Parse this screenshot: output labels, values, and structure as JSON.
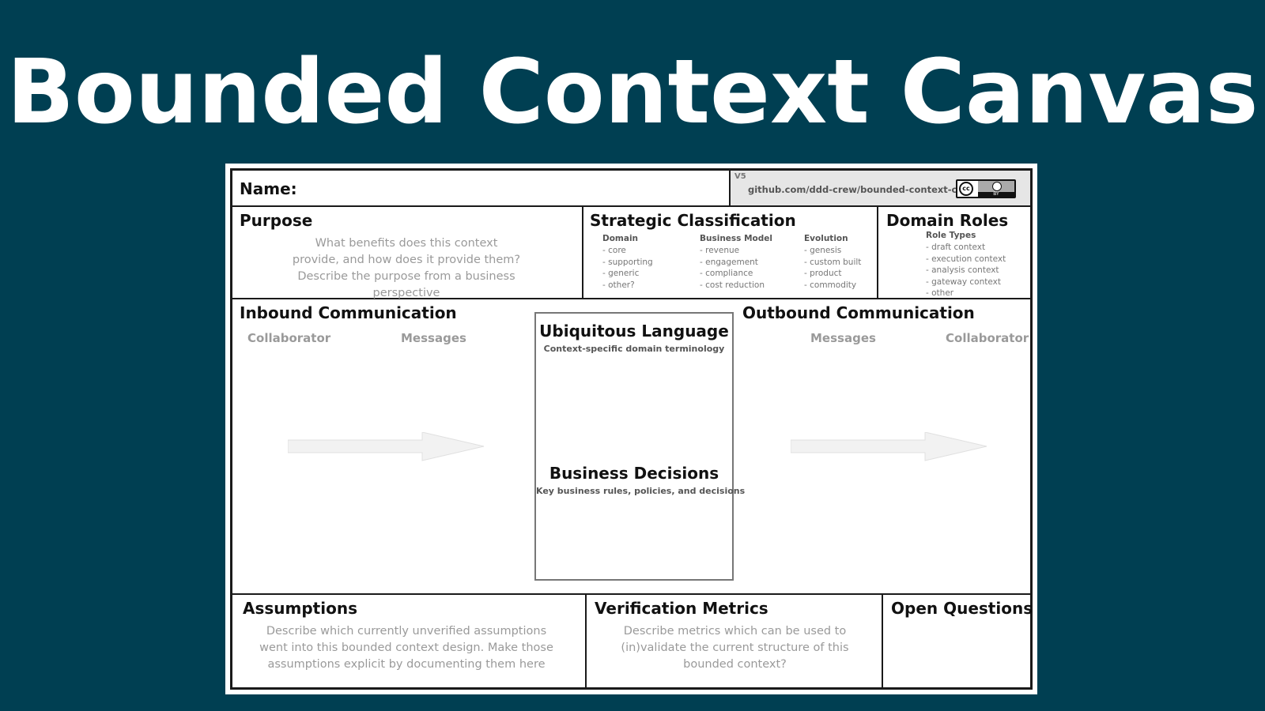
{
  "page": {
    "title": "Bounded Context Canvas"
  },
  "header": {
    "name_label": "Name:",
    "version": "V5",
    "link": "github.com/ddd-crew/bounded-context-canvas",
    "license_badge": {
      "icon": "cc-by-icon",
      "left": "cc",
      "right": "BY"
    }
  },
  "purpose": {
    "title": "Purpose",
    "description": "What benefits does this context provide, and how does it provide them? Describe the purpose from a business perspective"
  },
  "strategic": {
    "title": "Strategic Classification",
    "columns": [
      {
        "heading": "Domain",
        "items": [
          "- core",
          "- supporting",
          "- generic",
          "- other?"
        ]
      },
      {
        "heading": "Business Model",
        "items": [
          "- revenue",
          "- engagement",
          "- compliance",
          "- cost reduction"
        ]
      },
      {
        "heading": "Evolution",
        "items": [
          "- genesis",
          "- custom built",
          "- product",
          "- commodity"
        ]
      }
    ]
  },
  "domain_roles": {
    "title": "Domain Roles",
    "heading": "Role Types",
    "items": [
      "- draft context",
      "- execution context",
      "- analysis context",
      "- gateway context",
      "- other"
    ]
  },
  "inbound": {
    "title": "Inbound Communication",
    "col1": "Collaborator",
    "col2": "Messages",
    "arrow_icon": "arrow-right-icon"
  },
  "center": {
    "ul_title": "Ubiquitous Language",
    "ul_sub": "Context-specific domain terminology",
    "bd_title": "Business Decisions",
    "bd_sub": "Key business rules, policies, and decisions"
  },
  "outbound": {
    "title": "Outbound Communication",
    "col1": "Messages",
    "col2": "Collaborator",
    "arrow_icon": "arrow-right-icon"
  },
  "assumptions": {
    "title": "Assumptions",
    "description": "Describe which currently unverified assumptions went into this bounded context design. Make those assumptions explicit by documenting them here"
  },
  "verification": {
    "title": "Verification Metrics",
    "description": "Describe metrics which can be used to (in)validate the current structure of this bounded context?"
  },
  "open_questions": {
    "title": "Open Questions"
  },
  "colors": {
    "background": "#003f52",
    "canvas": "#ffffff",
    "line": "#1a1a1a",
    "hint": "#9a9a9a"
  }
}
